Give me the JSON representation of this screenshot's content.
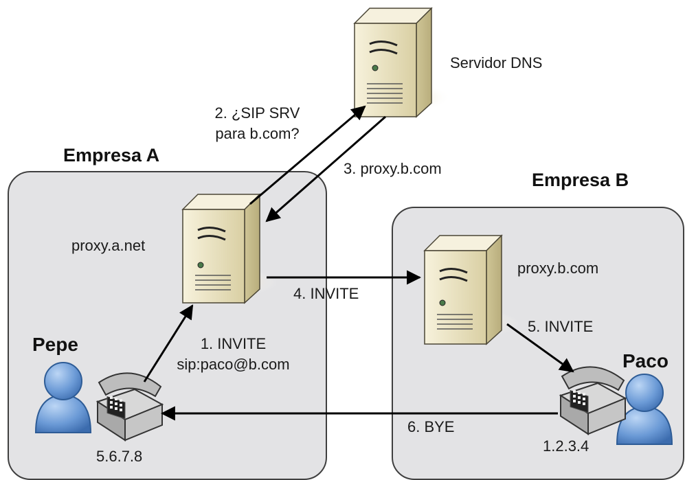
{
  "companies": {
    "a": {
      "title": "Empresa A"
    },
    "b": {
      "title": "Empresa B"
    }
  },
  "nodes": {
    "dns": {
      "label": "Servidor DNS",
      "icon": "server-icon"
    },
    "proxy_a": {
      "label": "proxy.a.net",
      "icon": "server-icon"
    },
    "proxy_b": {
      "label": "proxy.b.com",
      "icon": "server-icon"
    },
    "pepe": {
      "label": "Pepe",
      "icon": "user-icon",
      "address": "5.6.7.8"
    },
    "paco": {
      "label": "Paco",
      "icon": "user-icon",
      "address": "1.2.3.4"
    }
  },
  "messages": {
    "m1": {
      "line1": "1. INVITE",
      "line2": "sip:paco@b.com"
    },
    "m2": {
      "line1": "2. ¿SIP SRV",
      "line2": "para b.com?"
    },
    "m3": {
      "text": "3. proxy.b.com"
    },
    "m4": {
      "text": "4. INVITE"
    },
    "m5": {
      "text": "5. INVITE"
    },
    "m6": {
      "text": "6. BYE"
    }
  },
  "colors": {
    "company_bg": "#e3e3e5",
    "company_border": "#3f3f3f",
    "server_body": "#ede6c6",
    "user_blue": "#5b8fd0",
    "phone": "#c9c9c9",
    "arrow": "#000000"
  }
}
